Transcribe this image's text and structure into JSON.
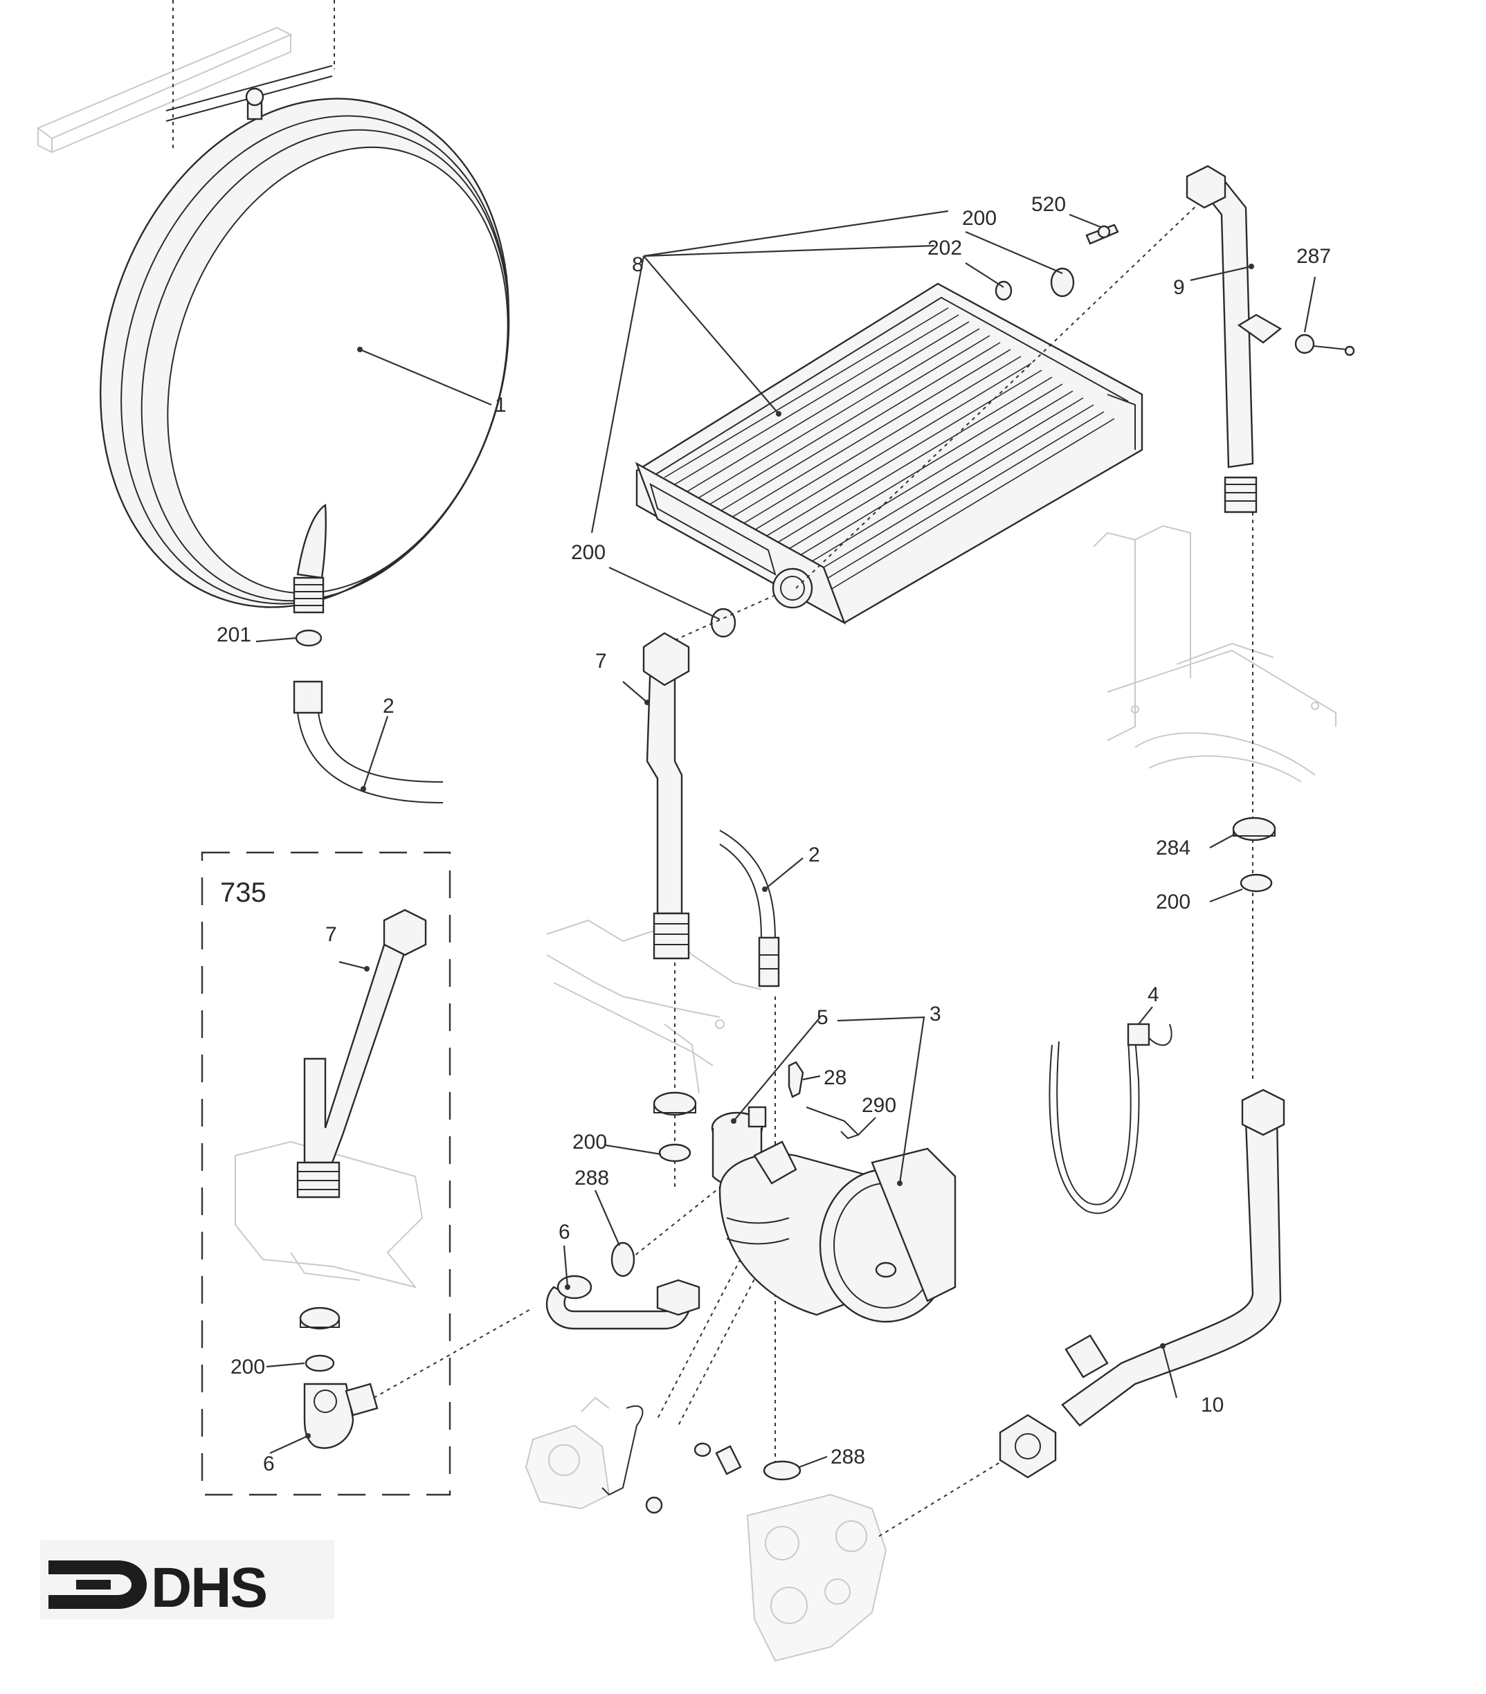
{
  "diagram": {
    "part_labels": [
      {
        "id": "p1",
        "text": "1"
      },
      {
        "id": "p2a",
        "text": "2"
      },
      {
        "id": "p2b",
        "text": "2"
      },
      {
        "id": "p3",
        "text": "3"
      },
      {
        "id": "p4",
        "text": "4"
      },
      {
        "id": "p5",
        "text": "5"
      },
      {
        "id": "p6a",
        "text": "6"
      },
      {
        "id": "p6b",
        "text": "6"
      },
      {
        "id": "p7a",
        "text": "7"
      },
      {
        "id": "p7b",
        "text": "7"
      },
      {
        "id": "p8",
        "text": "8"
      },
      {
        "id": "p9",
        "text": "9"
      },
      {
        "id": "p10",
        "text": "10"
      },
      {
        "id": "p28",
        "text": "28"
      },
      {
        "id": "p200a",
        "text": "200"
      },
      {
        "id": "p200b",
        "text": "200"
      },
      {
        "id": "p200c",
        "text": "200"
      },
      {
        "id": "p200d",
        "text": "200"
      },
      {
        "id": "p200e",
        "text": "200"
      },
      {
        "id": "p201",
        "text": "201"
      },
      {
        "id": "p202",
        "text": "202"
      },
      {
        "id": "p284",
        "text": "284"
      },
      {
        "id": "p287",
        "text": "287"
      },
      {
        "id": "p288a",
        "text": "288"
      },
      {
        "id": "p288b",
        "text": "288"
      },
      {
        "id": "p290",
        "text": "290"
      },
      {
        "id": "p520",
        "text": "520"
      }
    ],
    "inset_label": "735"
  },
  "logo": {
    "text": "DHS"
  },
  "colors": {
    "line": "#2b2b2b",
    "ghost": "#c9c9c9",
    "background": "#ffffff"
  }
}
